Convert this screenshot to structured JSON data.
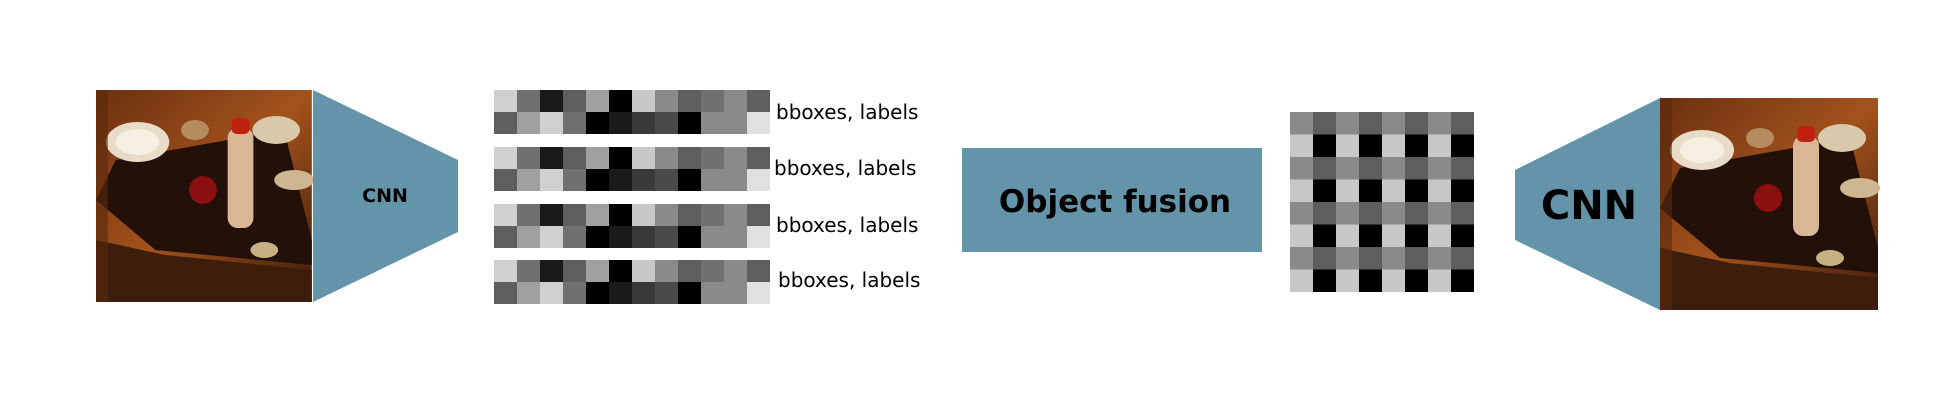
{
  "left_encoder": {
    "label": "CNN"
  },
  "right_encoder": {
    "label": "CNN"
  },
  "fusion": {
    "label": "Object fusion"
  },
  "detections": [
    {
      "label": "bboxes, labels"
    },
    {
      "label": "bboxes, labels"
    },
    {
      "label": "bboxes, labels"
    },
    {
      "label": "bboxes, labels"
    }
  ],
  "colors": {
    "block": "#6494aa",
    "photo_dark": "#3a1a0a",
    "photo_warm": "#b5621f"
  },
  "icons": {
    "left_image": "kitchen-photo-icon",
    "right_image": "kitchen-photo-icon"
  }
}
